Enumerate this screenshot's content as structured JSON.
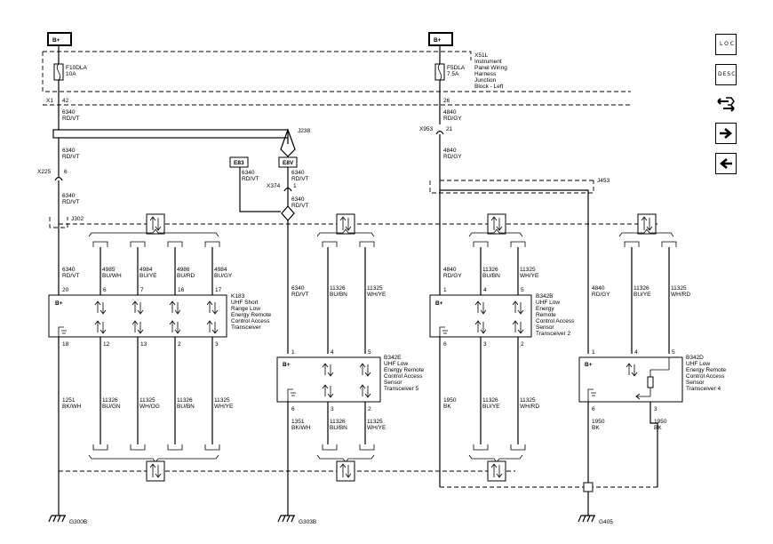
{
  "power": {
    "bplus_left": "B+",
    "bplus_right": "B+",
    "bplus_inner": "B+"
  },
  "fuses": {
    "f10": {
      "name": "F10DLA",
      "rating": "10A"
    },
    "f5": {
      "name": "F5DLA",
      "rating": "7.5A"
    }
  },
  "junction_block": {
    "id": "X51L",
    "desc1": "Instrument",
    "desc2": "Panel Wiring",
    "desc3": "Harness",
    "desc4": "Junction",
    "desc5": "Block - Left"
  },
  "connectors": {
    "x1": "X1",
    "x1_pin": "42",
    "x51_pin": "26",
    "x953": "X953",
    "x953_pin": "21",
    "x225": "X225",
    "x225_pin": "6",
    "x374": "X374",
    "x374_pin": "1",
    "j238": "J238",
    "j302": "J302",
    "j453": "J453",
    "e83": "E83",
    "e8v": "E8V"
  },
  "wires": {
    "c6340": "6340",
    "rdvt": "RD/VT",
    "c4840": "4840",
    "rdgy": "RD/GY",
    "c4985": "4985",
    "buwh": "BU/WH",
    "c4984": "4984",
    "buye": "BU/YE",
    "c4986": "4986",
    "burd": "BU/RD",
    "c4984b": "4984",
    "bugy": "BU/GY",
    "c11326": "11326",
    "bubn": "BU/BN",
    "c11325": "11325",
    "whye": "WH/YE",
    "bugn": "BU/GN",
    "whog": "WH/OG",
    "whrd": "WH/RD",
    "c1251": "1251",
    "bkwh": "BK/WH",
    "c1351": "1351",
    "c1950": "1950",
    "bk": "BK"
  },
  "modules": {
    "k183": {
      "id": "K183",
      "l1": "UHF Short",
      "l2": "Range Low",
      "l3": "Energy Remote",
      "l4": "Control Access",
      "l5": "Transceiver"
    },
    "b342e": {
      "id": "B342E",
      "l1": "UHF Low",
      "l2": "Energy Remote",
      "l3": "Control Access",
      "l4": "Sensor",
      "l5": "Transceiver 5"
    },
    "b342b": {
      "id": "B342B",
      "l1": "UHF Low",
      "l2": "Energy",
      "l3": "Remote",
      "l4": "Control Access",
      "l5": "Sensor",
      "l6": "Transceiver 2"
    },
    "b342d": {
      "id": "B342D",
      "l1": "UHF Low",
      "l2": "Energy Remote",
      "l3": "Control Access",
      "l4": "Sensor",
      "l5": "Transceiver 4"
    }
  },
  "pins": {
    "k_top": [
      "20",
      "6",
      "7",
      "16",
      "17"
    ],
    "k_bot": [
      "18",
      "12",
      "13",
      "2",
      "3"
    ],
    "e_top": [
      "1",
      "4",
      "5"
    ],
    "e_bot": [
      "6",
      "3",
      "2"
    ],
    "b_top": [
      "1",
      "4",
      "5"
    ],
    "b_bot": [
      "6",
      "3",
      "2"
    ],
    "d_top": [
      "1",
      "4",
      "5"
    ],
    "d_bot": [
      "6",
      "3"
    ]
  },
  "grounds": {
    "g300b": "G300B",
    "g303b": "G303B",
    "g405": "G405"
  },
  "nav": {
    "loc": "LOC",
    "desc": "DESC"
  },
  "colors": {
    "line": "#000000",
    "background": "#ffffff"
  }
}
